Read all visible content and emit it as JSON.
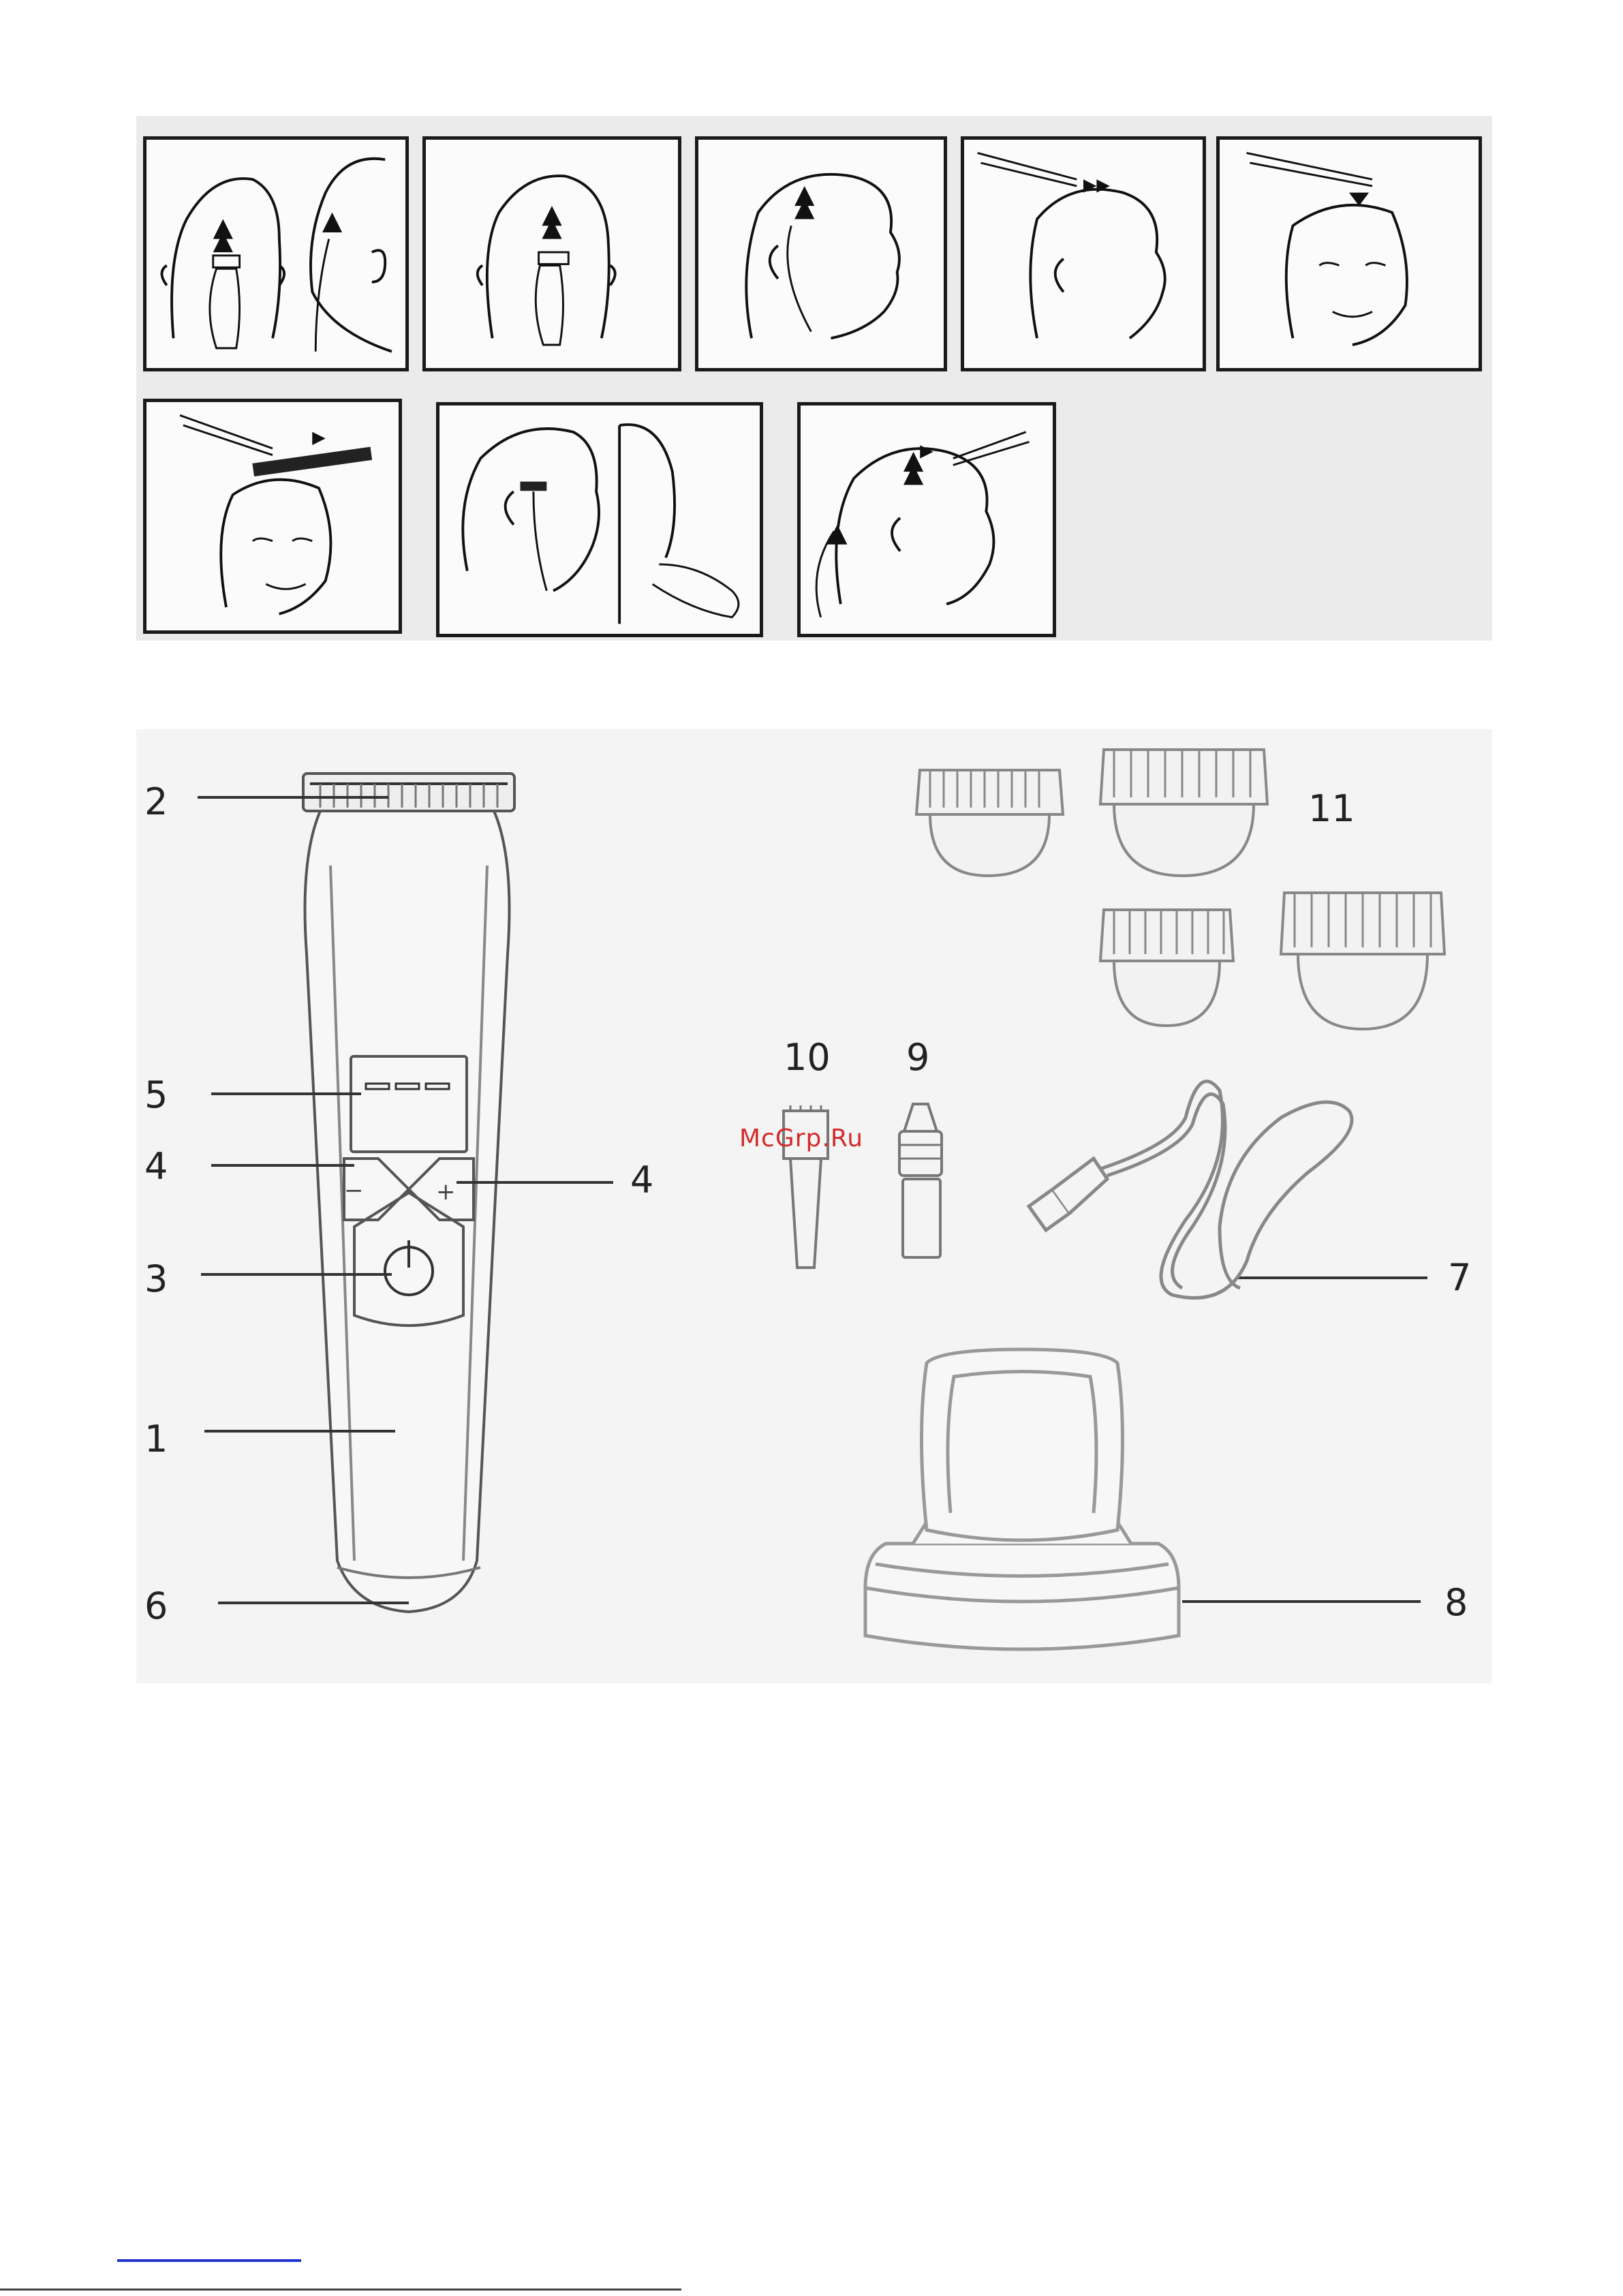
{
  "watermark": "McGrp.Ru",
  "labels": {
    "handle": "1",
    "blade": "2",
    "power_button": "3",
    "minus_button": "4",
    "plus_button": "4",
    "display": "5",
    "charging_socket": "6",
    "power_cord": "7",
    "charging_stand": "8",
    "oil": "9",
    "brush": "10",
    "combs": "11"
  },
  "button_symbols": {
    "minus": "−",
    "plus": "+"
  }
}
